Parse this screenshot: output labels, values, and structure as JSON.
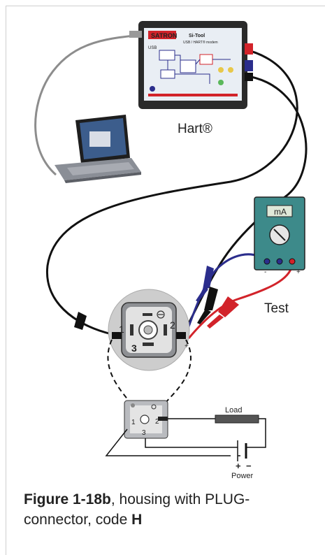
{
  "labels": {
    "hart": "Hart®",
    "test": "Test",
    "meter_unit": "mA",
    "meter_minus": "-",
    "meter_plus": "+",
    "load": "Load",
    "power": "Power",
    "power_plus": "+",
    "power_minus": "−",
    "pin1": "1",
    "pin2": "2",
    "pin3": "3",
    "plug_plus": "+",
    "small_pin1": "1",
    "small_pin2": "2",
    "small_pin3": "3",
    "device_brand": "SATRON",
    "device_model": "Si-Tool",
    "device_subtitle": "USB / HART® modem",
    "device_usb": "USB"
  },
  "caption": {
    "figure": "Figure 1-18b",
    "text_a": ", housing with PLUG-",
    "text_b": "connector, code ",
    "code": "H"
  },
  "colors": {
    "device_body": "#2a2a2a",
    "panel": "#e9eef4",
    "meter_body": "#3d8a8a",
    "probe_blue": "#2b2d8c",
    "probe_red": "#d2232a",
    "cable_black": "#111111",
    "circle_bg": "#cdcdcd"
  }
}
